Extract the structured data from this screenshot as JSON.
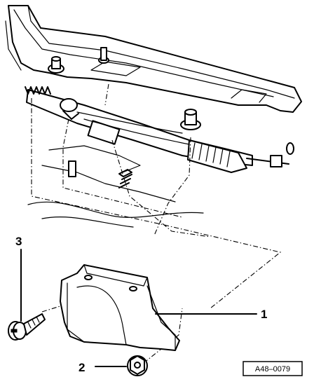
{
  "callouts": {
    "part_1": "1",
    "part_2": "2",
    "part_3": "3"
  },
  "reference_code": "A48–0079",
  "colors": {
    "ink": "#000000",
    "paper": "#ffffff"
  }
}
